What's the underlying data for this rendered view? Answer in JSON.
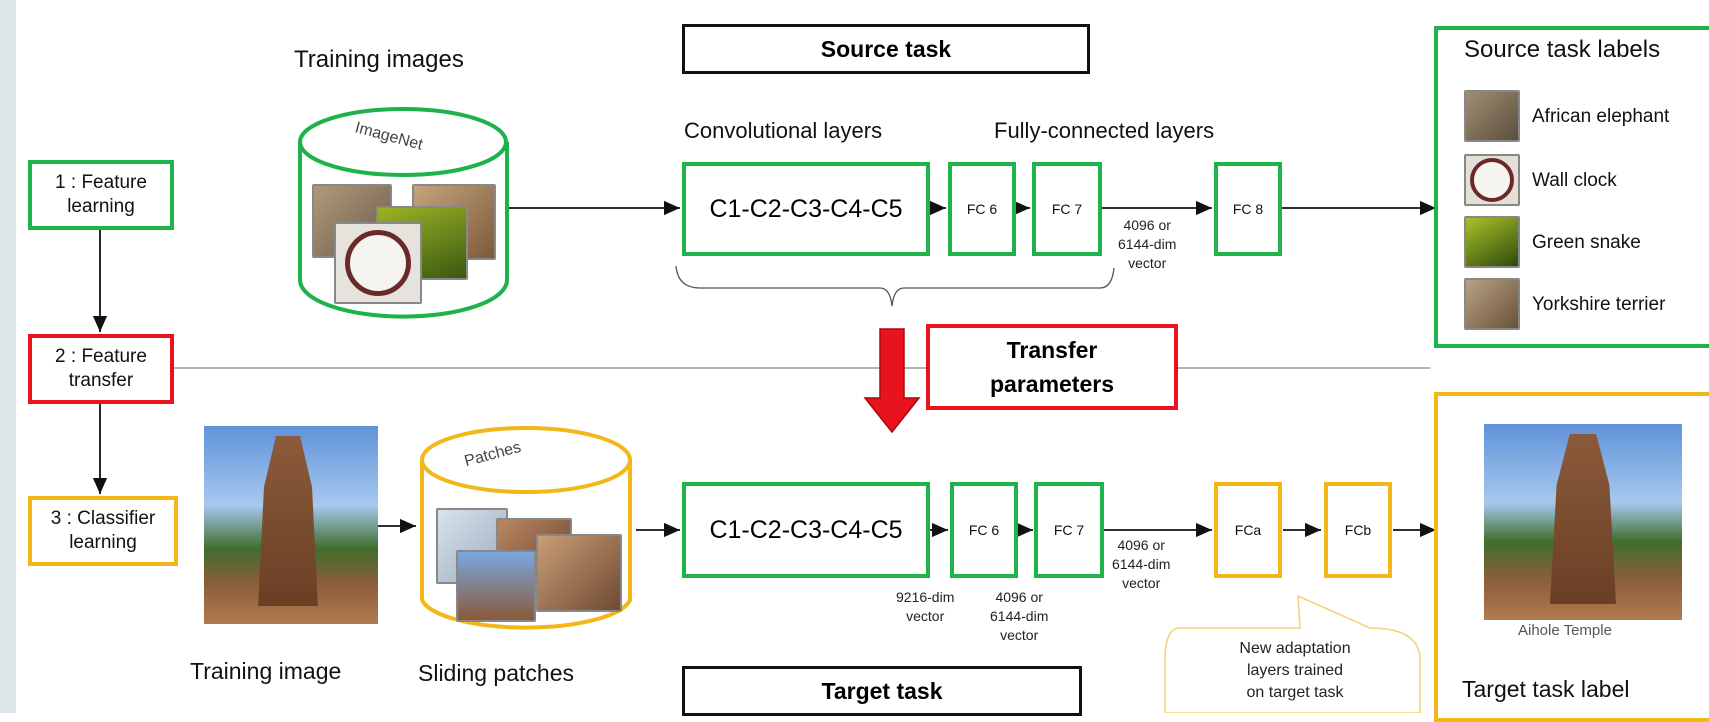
{
  "stages": {
    "feature_learning": "1 : Feature\nlearning",
    "feature_transfer": "2 : Feature\ntransfer",
    "classifier_learning": "3 : Classifier\nlearning"
  },
  "source": {
    "title": "Source task",
    "training_images_label": "Training images",
    "db_label": "ImageNet",
    "conv_heading": "Convolutional layers",
    "fc_heading": "Fully-connected layers",
    "conv_block": "C1-C2-C3-C4-C5",
    "fc6": "FC 6",
    "fc7": "FC 7",
    "fc8": "FC 8",
    "vector_note": "4096 or\n6144-dim\nvector",
    "labels_title": "Source task labels",
    "labels": [
      "African elephant",
      "Wall clock",
      "Green snake",
      "Yorkshire terrier"
    ]
  },
  "transfer": {
    "label": "Transfer\nparameters"
  },
  "target": {
    "title": "Target task",
    "training_image_label": "Training image",
    "sliding_label": "Sliding patches",
    "db_label": "Patches",
    "conv_block": "C1-C2-C3-C4-C5",
    "fc6": "FC 6",
    "fc7": "FC 7",
    "fca": "FCa",
    "fcb": "FCb",
    "dim_9216": "9216-dim\nvector",
    "dim_4096_a": "4096 or\n6144-dim\nvector",
    "dim_4096_b": "4096 or\n6144-dim\nvector",
    "callout": "New adaptation\nlayers trained\non target task",
    "result_caption": "Aihole Temple",
    "label_title": "Target task label"
  },
  "colors": {
    "green": "#1fb24a",
    "red": "#e8131d",
    "yellow": "#f3b71a",
    "black": "#111111"
  }
}
